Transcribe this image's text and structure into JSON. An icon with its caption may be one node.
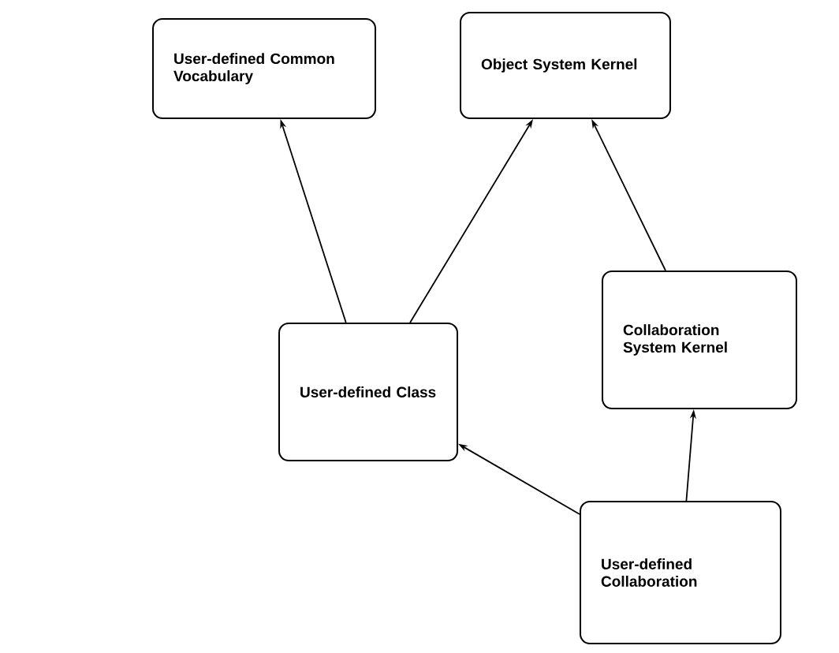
{
  "diagram": {
    "nodes": [
      {
        "text": [
          "User-defined Common Vocabulary"
        ]
      },
      {
        "text": [
          "Object System Kernel"
        ]
      },
      {
        "text": [
          "User-defined Class"
        ]
      },
      {
        "text": [
          "Collaboration System Kernel"
        ]
      },
      {
        "text": [
          "User-defined Collaboration"
        ]
      }
    ],
    "edges": [
      {
        "from": 2,
        "to": 0,
        "arrow": "to"
      },
      {
        "from": 2,
        "to": 1,
        "arrow": "to"
      },
      {
        "from": 4,
        "to": 2,
        "arrow": "to"
      },
      {
        "from": 4,
        "to": 3,
        "arrow": "to"
      },
      {
        "from": 3,
        "to": 1,
        "arrow": "to"
      }
    ]
  }
}
